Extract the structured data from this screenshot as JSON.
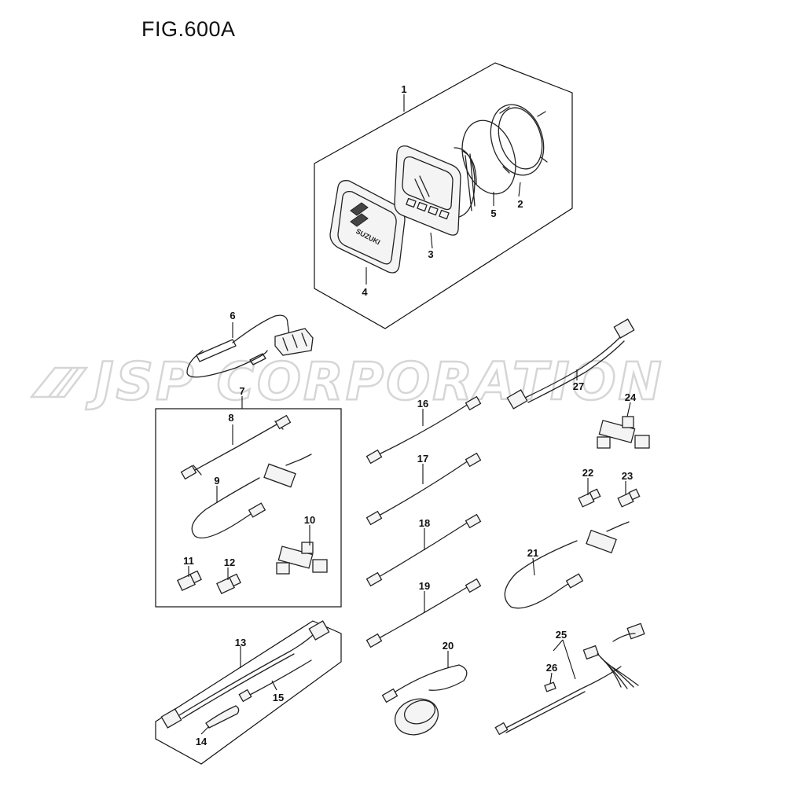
{
  "figure": {
    "title": "FIG.600A"
  },
  "watermark": {
    "text": "JSP CORPORATION"
  },
  "gauge_logo": {
    "text": "SUZUKI"
  },
  "callouts": [
    "1",
    "2",
    "3",
    "4",
    "5",
    "6",
    "7",
    "8",
    "9",
    "10",
    "11",
    "12",
    "13",
    "14",
    "15",
    "16",
    "17",
    "18",
    "19",
    "20",
    "21",
    "22",
    "23",
    "24",
    "25",
    "26",
    "27"
  ]
}
